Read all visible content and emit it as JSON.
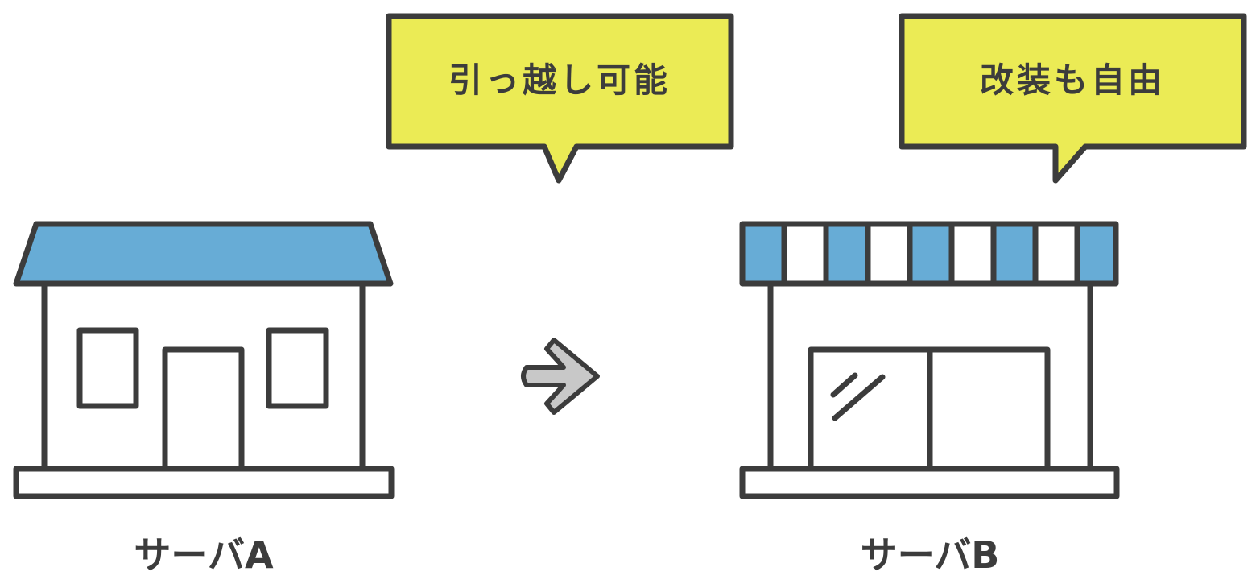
{
  "bubble_left": {
    "text": "引っ越し可能"
  },
  "bubble_right": {
    "text": "改装も自由"
  },
  "server_a": {
    "label": "サーバA"
  },
  "server_b": {
    "label": "サーバB"
  },
  "colors": {
    "outline": "#3c3c3c",
    "roof_blue": "#67acd6",
    "bubble_yellow": "#ebeb55",
    "arrow_gray": "#c8c8c8",
    "background": "#ffffff"
  },
  "icons": [
    "house-icon",
    "shop-icon",
    "arrow-right-icon",
    "speech-bubble-icon"
  ]
}
